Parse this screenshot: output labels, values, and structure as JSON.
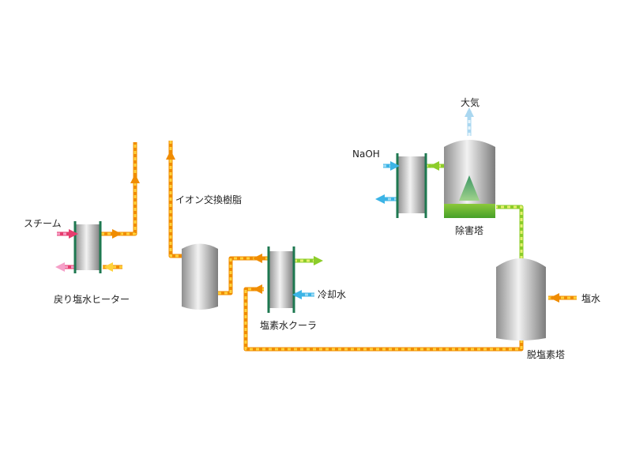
{
  "labels": {
    "steam": "スチーム",
    "return_brine_heater": "戻り塩水ヒーター",
    "ion_exchange_resin": "イオン交換樹脂",
    "chlorine_water_cooler": "塩素水クーラ",
    "cooling_water": "冷却水",
    "naoh": "NaOH",
    "atmosphere": "大気",
    "abatement_tower": "除害塔",
    "dechlorination_tower": "脱塩素塔",
    "brine": "塩水"
  },
  "colors": {
    "brine_line": "#f08c00",
    "brine_dash": "#ffd23c",
    "chlorine_line": "#8ccd2a",
    "chlorine_dash": "#e6f06e",
    "steam_line": "#e63c6e",
    "steam_return": "#f5a0c8",
    "naoh_line": "#3cb4e6",
    "naoh_dash": "#a0dcf5",
    "cooling_line": "#3cb4e6",
    "air_line": "#aad7f0",
    "frame": "#1e7850"
  }
}
